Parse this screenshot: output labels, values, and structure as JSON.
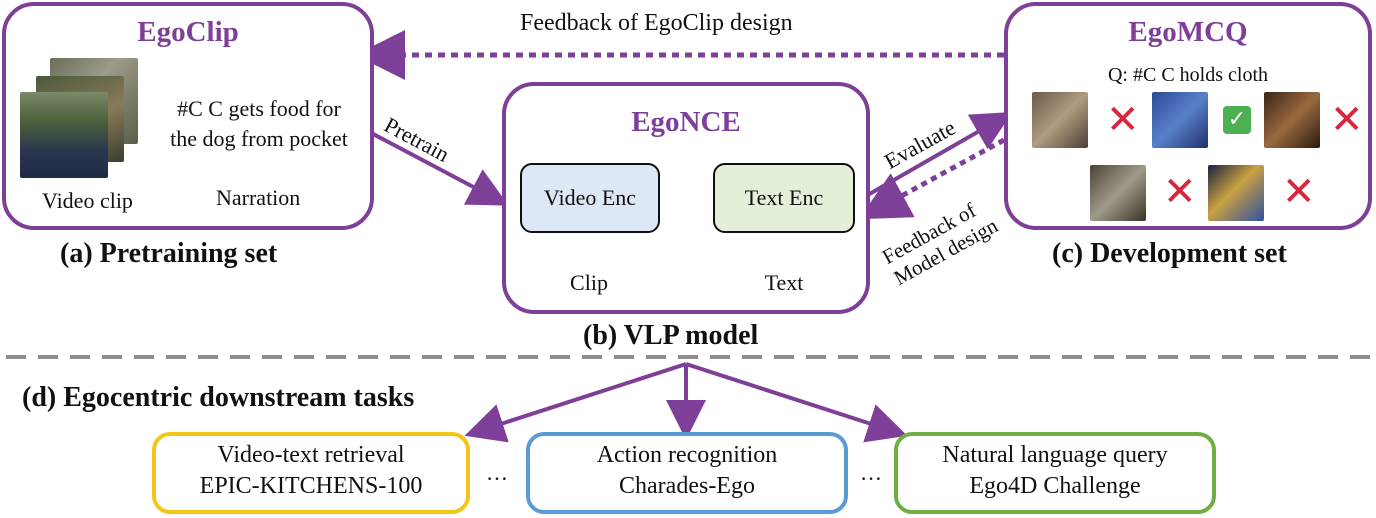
{
  "pretraining": {
    "title": "EgoClip",
    "narration_text_line1": "#C C gets food for",
    "narration_text_line2": "the dog from pocket",
    "video_label": "Video clip",
    "narration_label": "Narration",
    "caption": "(a) Pretraining set"
  },
  "model": {
    "title": "EgoNCE",
    "video_encoder": "Video Enc",
    "text_encoder": "Text Enc",
    "clip_input": "Clip",
    "text_input": "Text",
    "caption": "(b) VLP model"
  },
  "development": {
    "title": "EgoMCQ",
    "question": "Q: #C C holds cloth",
    "caption": "(c) Development set",
    "answers": [
      "wrong",
      "correct",
      "wrong",
      "wrong",
      "wrong"
    ]
  },
  "arrows": {
    "feedback_top": "Feedback of EgoClip design",
    "pretrain": "Pretrain",
    "evaluate": "Evaluate",
    "feedback_model_line1": "Feedback of",
    "feedback_model_line2": "Model design"
  },
  "downstream": {
    "caption": "(d) Egocentric downstream tasks",
    "ellipsis": "…",
    "tasks": [
      {
        "line1": "Video-text retrieval",
        "line2": "EPIC-KITCHENS-100",
        "color": "#f5c518"
      },
      {
        "line1": "Action recognition",
        "line2": "Charades-Ego",
        "color": "#5b9bd5"
      },
      {
        "line1": "Natural language query",
        "line2": "Ego4D Challenge",
        "color": "#70ad47"
      }
    ]
  },
  "colors": {
    "accent": "#7e3f98",
    "video_enc_fill": "#dce8f5",
    "text_enc_fill": "#e3efd9",
    "wrong_mark": "#d7263d",
    "correct_mark": "#4caf50"
  }
}
